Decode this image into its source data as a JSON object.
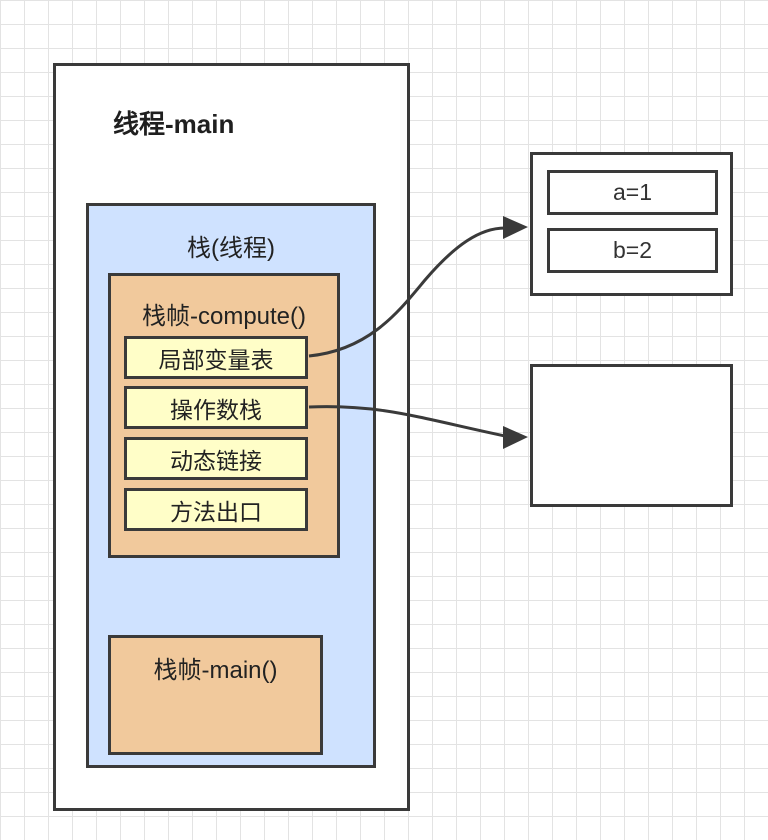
{
  "thread": {
    "title": "线程-main"
  },
  "stack": {
    "title": "栈(线程)"
  },
  "frames": {
    "compute": {
      "title": "栈帧-compute()",
      "slots": [
        "局部变量表",
        "操作数栈",
        "动态链接",
        "方法出口"
      ]
    },
    "main": {
      "title": "栈帧-main()"
    }
  },
  "heap": {
    "variables": [
      "a=1",
      "b=2"
    ]
  },
  "colors": {
    "stack_fill": "#cfe2ff",
    "frame_fill": "#f1c99c",
    "slot_fill": "#fffec8",
    "border": "#3a3a3a"
  }
}
